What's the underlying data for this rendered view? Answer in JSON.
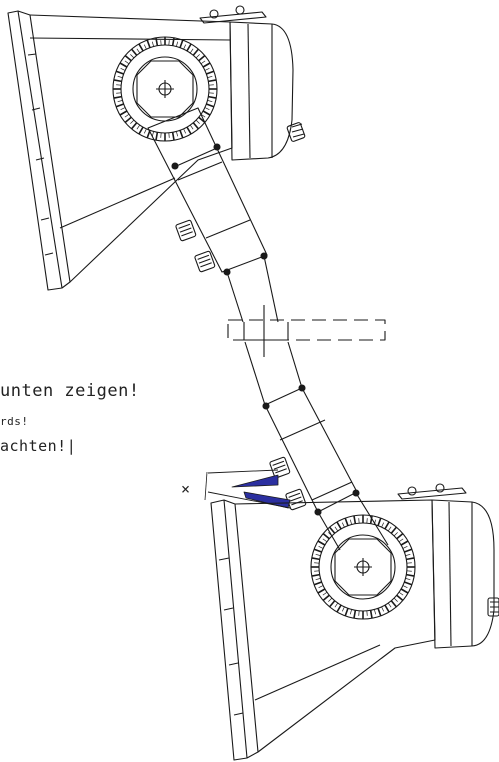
{
  "labels": {
    "note_line1": "unten zeigen!",
    "note_line2": "rds!",
    "note_line3": "achten!|",
    "x_marker": "×"
  },
  "colors": {
    "line": "#1a1a1a",
    "wedge": "#2b2fa0",
    "background": "#ffffff"
  }
}
